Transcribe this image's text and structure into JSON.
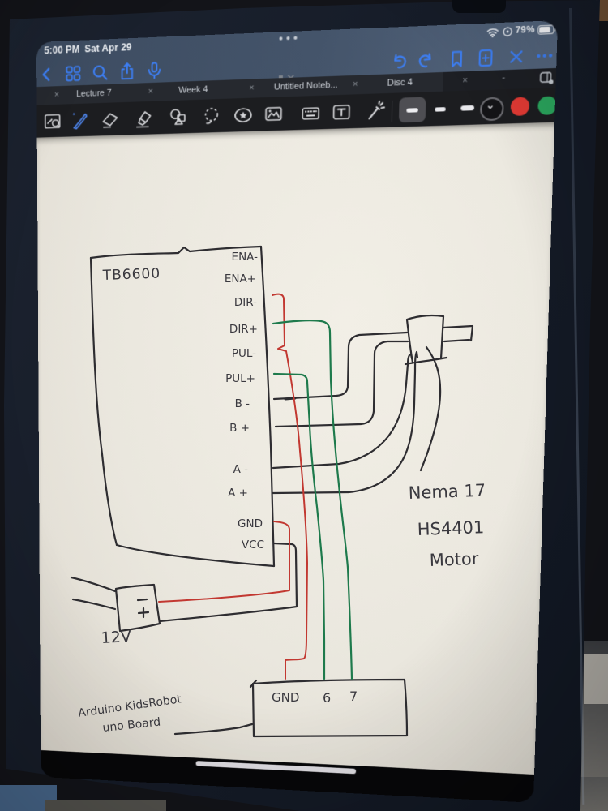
{
  "status_bar": {
    "time": "5:00 PM",
    "date": "Sat Apr 29",
    "battery_percent": "79%"
  },
  "nav_toolbar": {
    "left_icons": [
      "back",
      "grid",
      "search",
      "share",
      "microphone"
    ],
    "right_icons": [
      "undo",
      "redo",
      "bookmark",
      "add-page",
      "close",
      "more"
    ]
  },
  "tab_bar": {
    "tabs": [
      {
        "label": "Lecture 7"
      },
      {
        "label": "Week 4"
      },
      {
        "label": "Untitled Noteb..."
      },
      {
        "label": "Disc 4"
      }
    ],
    "close_glyph": "×",
    "minimize_glyph": "-"
  },
  "draw_toolbar": {
    "tools": [
      "page-zoom",
      "pen",
      "eraser",
      "highlighter",
      "shapes",
      "lasso",
      "stickers",
      "photo",
      "keyboard",
      "text",
      "laser-pointer"
    ],
    "selected_tool": "pen",
    "colors": {
      "selected_black": "#1c1c1e",
      "red": "#e03a34",
      "green": "#2aa35c"
    }
  },
  "canvas": {
    "driver_label": "TB6600",
    "pins": [
      "ENA-",
      "ENA+",
      "DIR-",
      "DIR+",
      "PUL-",
      "PUL+",
      "B -",
      "B +",
      "A -",
      "A +",
      "GND",
      "VCC"
    ],
    "power_label": "12V",
    "power_minus": "-",
    "power_plus": "+",
    "motor_note_line1": "Nema 17",
    "motor_note_line2": "HS4401",
    "motor_note_line3": "Motor",
    "board_pin_gnd": "GND",
    "board_pin_6": "6",
    "board_pin_7": "7",
    "board_note_line1": "Arduino KidsRobot",
    "board_note_line2": "uno Board",
    "ink_colors": {
      "black": "#2e2d31",
      "red": "#c23831",
      "green": "#1e7a4c"
    }
  }
}
